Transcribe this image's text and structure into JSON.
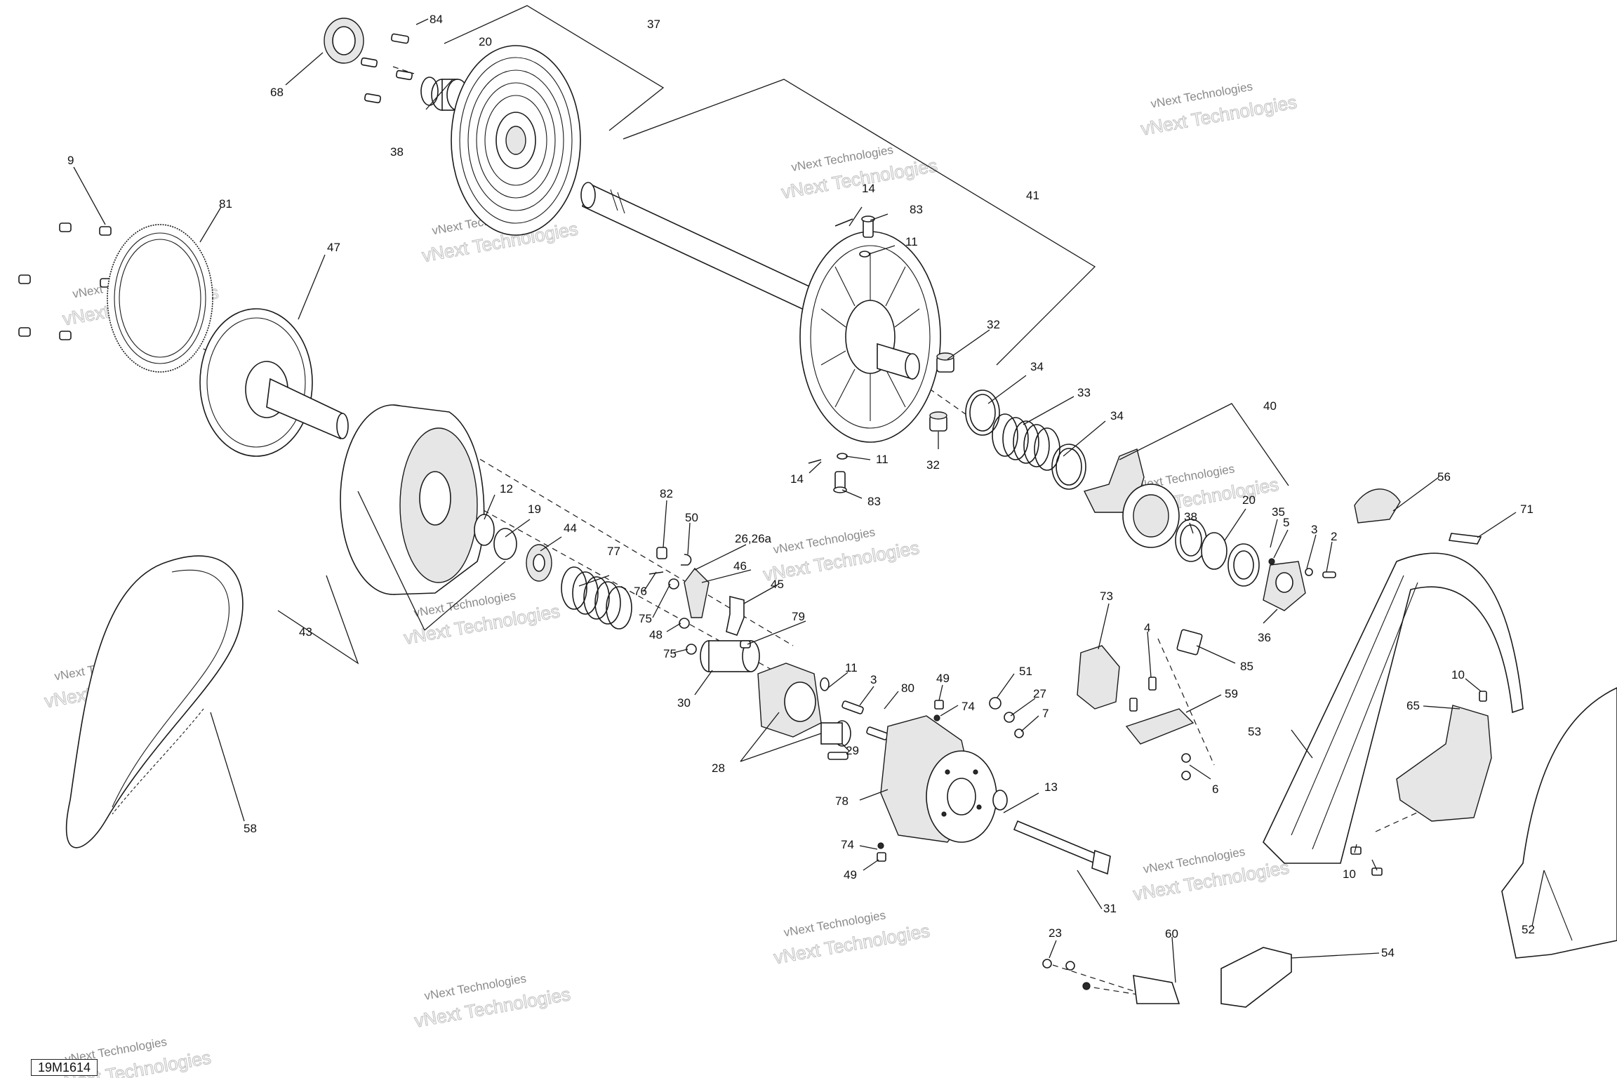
{
  "diagram_ref": "19M1614",
  "watermark": {
    "line1": "vNext Technologies",
    "line2": "vNext Technologies"
  },
  "callouts": {
    "c84": "84",
    "c37": "37",
    "c20a": "20",
    "c68": "68",
    "c38a": "38",
    "c9": "9",
    "c81": "81",
    "c47": "47",
    "c14a": "14",
    "c83a": "83",
    "c11a": "11",
    "c41": "41",
    "c32a": "32",
    "c34a": "34",
    "c33": "33",
    "c34b": "34",
    "c40": "40",
    "c32b": "32",
    "c11b": "11",
    "c14b": "14",
    "c83b": "83",
    "c12": "12",
    "c19": "19",
    "c44": "44",
    "c82": "82",
    "c50": "50",
    "c26": "26,26a",
    "c77": "77",
    "c46": "46",
    "c76": "76",
    "c45": "45",
    "c75a": "75",
    "c48": "48",
    "c75b": "75",
    "c79": "79",
    "c43": "43",
    "c30": "30",
    "c11c": "11",
    "c3a": "3",
    "c80": "80",
    "c49a": "49",
    "c74a": "74",
    "c51": "51",
    "c27": "27",
    "c7": "7",
    "c29": "29",
    "c28": "28",
    "c78": "78",
    "c13": "13",
    "c31": "31",
    "c74b": "74",
    "c49b": "49",
    "c58": "58",
    "c38b": "38",
    "c20b": "20",
    "c35": "35",
    "c5": "5",
    "c3b": "3",
    "c2": "2",
    "c36": "36",
    "c56": "56",
    "c71": "71",
    "c73": "73",
    "c4": "4",
    "c85": "85",
    "c59": "59",
    "c6": "6",
    "c10a": "10",
    "c65": "65",
    "c53": "53",
    "c10b": "10",
    "c52": "52",
    "c23": "23",
    "c60": "60",
    "c54": "54"
  }
}
